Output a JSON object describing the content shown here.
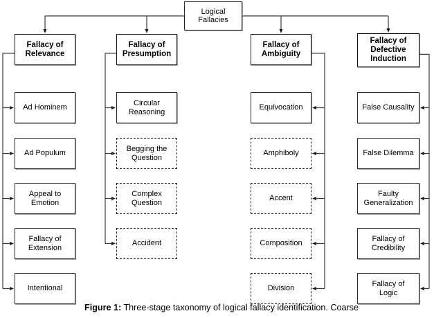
{
  "figure": {
    "caption_label": "Figure 1:",
    "caption_text": " Three-stage taxonomy of logical fallacy identification.  Coarse"
  },
  "diagram": {
    "type": "tree-taxonomy",
    "root": {
      "label": "Logical\nFallacies",
      "style": "solid"
    },
    "columns": [
      {
        "header": {
          "label": "Fallacy of\nRelevance",
          "style": "solid"
        },
        "arrow_side": "left",
        "items": [
          {
            "label": "Ad Hominem",
            "style": "solid"
          },
          {
            "label": "Ad Populum",
            "style": "solid"
          },
          {
            "label": "Appeal to\nEmotion",
            "style": "solid"
          },
          {
            "label": "Fallacy of\nExtension",
            "style": "solid"
          },
          {
            "label": "Intentional",
            "style": "solid"
          }
        ]
      },
      {
        "header": {
          "label": "Fallacy of\nPresumption",
          "style": "solid"
        },
        "arrow_side": "left",
        "items": [
          {
            "label": "Circular\nReasoning",
            "style": "solid"
          },
          {
            "label": "Begging the\nQuestion",
            "style": "dashed"
          },
          {
            "label": "Complex\nQuestion",
            "style": "dashed"
          },
          {
            "label": "Accident",
            "style": "dashed"
          }
        ]
      },
      {
        "header": {
          "label": "Fallacy of\nAmbiguity",
          "style": "solid"
        },
        "arrow_side": "right",
        "items": [
          {
            "label": "Equivocation",
            "style": "solid"
          },
          {
            "label": "Amphiboly",
            "style": "dashed"
          },
          {
            "label": "Accent",
            "style": "dashed"
          },
          {
            "label": "Composition",
            "style": "dashed"
          },
          {
            "label": "Division",
            "style": "dashed"
          }
        ]
      },
      {
        "header": {
          "label": "Fallacy of\nDefective\nInduction",
          "style": "solid"
        },
        "arrow_side": "right",
        "items": [
          {
            "label": "False Causality",
            "style": "solid"
          },
          {
            "label": "False Dilemma",
            "style": "solid"
          },
          {
            "label": "Faulty\nGeneralization",
            "style": "solid"
          },
          {
            "label": "Fallacy of\nCredibility",
            "style": "solid"
          },
          {
            "label": "Fallacy of\nLogic",
            "style": "solid"
          }
        ]
      }
    ],
    "colors": {
      "line": "#1a1a1a",
      "box_border": "#2a2a2a",
      "background": "#ffffff"
    }
  }
}
